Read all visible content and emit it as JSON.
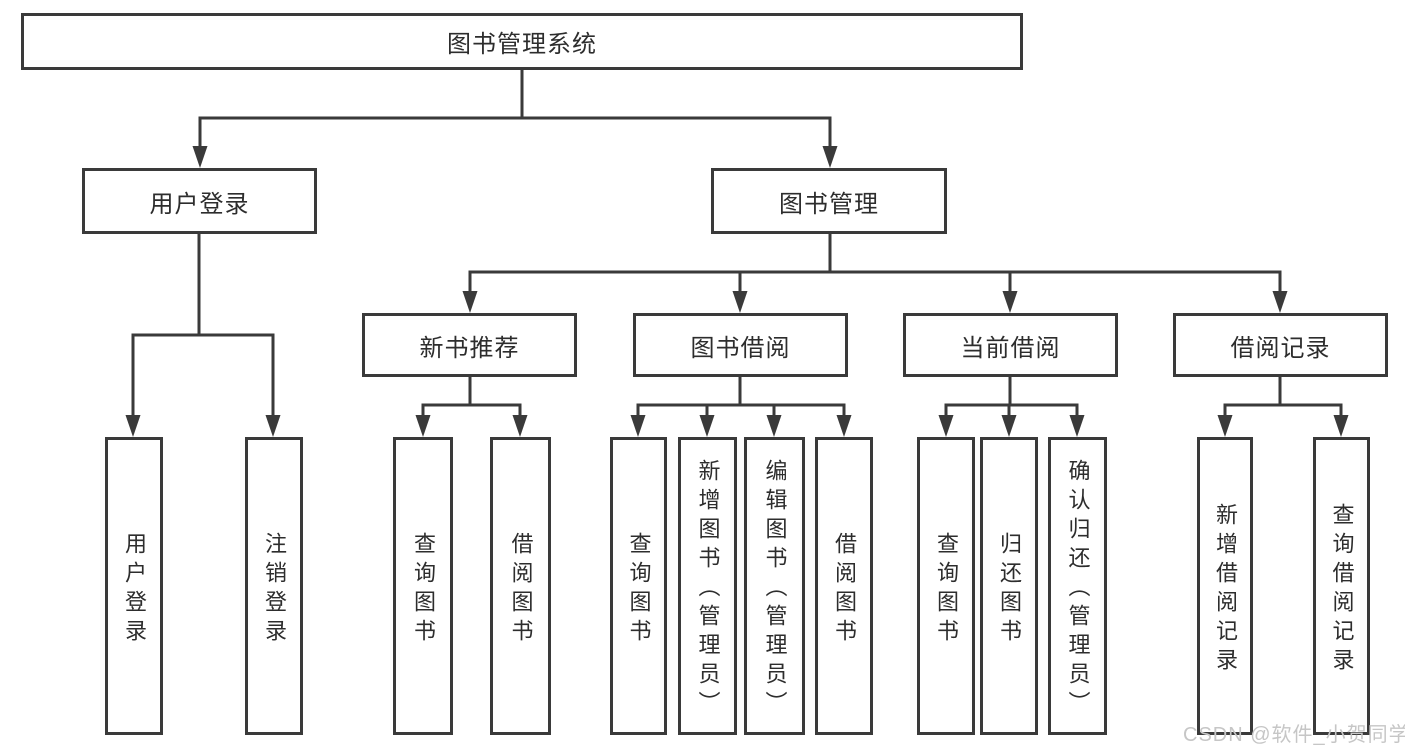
{
  "diagram": {
    "title": "图书管理系统",
    "branches": {
      "user_login": {
        "label": "用户登录",
        "children": {
          "login": "用户登录",
          "logout": "注销登录"
        }
      },
      "book_management": {
        "label": "图书管理",
        "sections": {
          "new_book_recommend": {
            "label": "新书推荐",
            "children": {
              "query_books": "查询图书",
              "borrow_books": "借阅图书"
            }
          },
          "book_borrowing": {
            "label": "图书借阅",
            "children": {
              "query_books": "查询图书",
              "add_books": "新增图书（管理员）",
              "edit_books": "编辑图书（管理员）",
              "borrow_books": "借阅图书"
            }
          },
          "current_borrowing": {
            "label": "当前借阅",
            "children": {
              "query_books": "查询图书",
              "return_books": "归还图书",
              "confirm_return": "确认归还（管理员）"
            }
          },
          "borrow_records": {
            "label": "借阅记录",
            "children": {
              "add_record": "新增借阅记录",
              "query_record": "查询借阅记录"
            }
          }
        }
      }
    }
  },
  "watermark": {
    "text": "CSDN @软件_小贺同学"
  },
  "colors": {
    "line": "#3a3a3a",
    "box_border": "#3a3a3a",
    "text": "#2d2d2d",
    "background": "#ffffff",
    "watermark": "#c6c6c6"
  }
}
